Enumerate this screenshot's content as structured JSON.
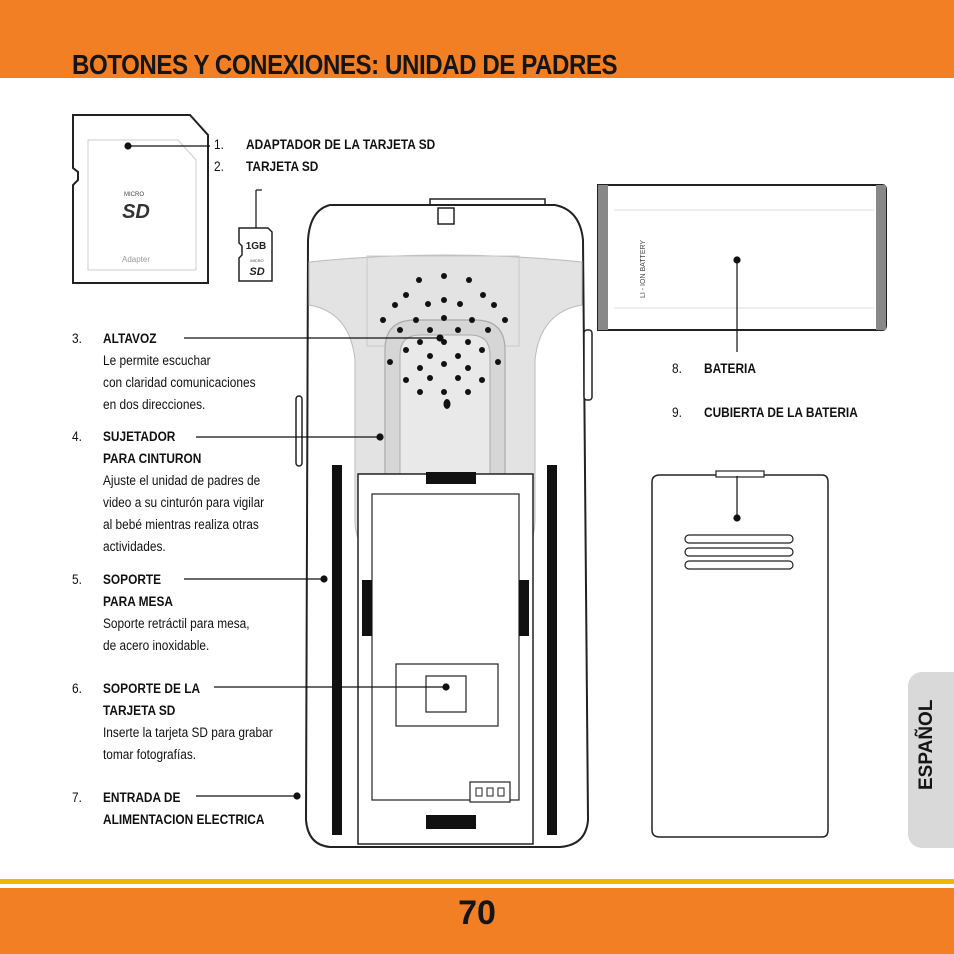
{
  "header": {
    "title": "BOTONES Y CONEXIONES: UNIDAD DE PADRES"
  },
  "colors": {
    "orange": "#f27f23",
    "yellow": "#f2b800",
    "tab_gray": "#d9d9d9"
  },
  "sd_card": {
    "micro_label": "MICRO",
    "logo": "SD",
    "adapter_label": "Adapter"
  },
  "micro_card": {
    "capacity": "1GB",
    "micro_label": "MICRO",
    "logo": "SD"
  },
  "battery_text": "LI - ION BATTERY",
  "items": [
    {
      "num": "1.",
      "title": "ADAPTADOR DE LA TARJETA SD",
      "title2": "",
      "desc": []
    },
    {
      "num": "2.",
      "title": "TARJETA SD",
      "title2": "",
      "desc": []
    },
    {
      "num": "3.",
      "title": "ALTAVOZ",
      "title2": "",
      "desc": [
        "Le permite escuchar",
        "con claridad comunicaciones",
        "en dos direcciones."
      ]
    },
    {
      "num": "4.",
      "title": "SUJETADOR",
      "title2": "PARA CINTURON",
      "desc": [
        "Ajuste el unidad de padres de",
        "video a su cinturón para vigilar",
        "al bebé mientras realiza otras",
        "actividades."
      ]
    },
    {
      "num": "5.",
      "title": "SOPORTE",
      "title2": "PARA MESA",
      "desc": [
        "Soporte retráctil para mesa,",
        "de acero inoxidable."
      ]
    },
    {
      "num": "6.",
      "title": "SOPORTE DE LA",
      "title2": "TARJETA SD",
      "desc": [
        "Inserte la tarjeta SD para grabar",
        "tomar fotografías."
      ]
    },
    {
      "num": "7.",
      "title": "ENTRADA DE",
      "title2": "ALIMENTACION ELECTRICA",
      "desc": []
    },
    {
      "num": "8.",
      "title": "BATERIA",
      "title2": "",
      "desc": []
    },
    {
      "num": "9.",
      "title": "CUBIERTA DE LA BATERIA",
      "title2": "",
      "desc": []
    }
  ],
  "side_tab": "ESPAÑOL",
  "page_number": "70"
}
